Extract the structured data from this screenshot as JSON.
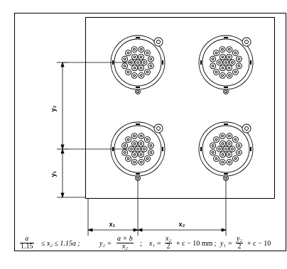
{
  "labels": {
    "y2": "y₂",
    "y1": "y₁",
    "x1": "x₁",
    "x2": "x₂"
  },
  "formula": {
    "f1_num": "a",
    "f1_den": "1.15",
    "f1_rest": "≤ x₂ ≤ 1.15a ;",
    "f2_lhs": "y₂ =",
    "f2_num": "a × b",
    "f2_den": "x₂",
    "f2_sep": ";",
    "f3_lhs": "x₁ =",
    "f3_num": "x₂",
    "f3_den": "2",
    "f3_rest": "+ c − 10 mm ;",
    "f4_lhs": "y₁ =",
    "f4_num": "y₂",
    "f4_den": "2",
    "f4_rest": "+ c − 10"
  },
  "colors": {
    "line": "#000000",
    "background": "#ffffff"
  }
}
